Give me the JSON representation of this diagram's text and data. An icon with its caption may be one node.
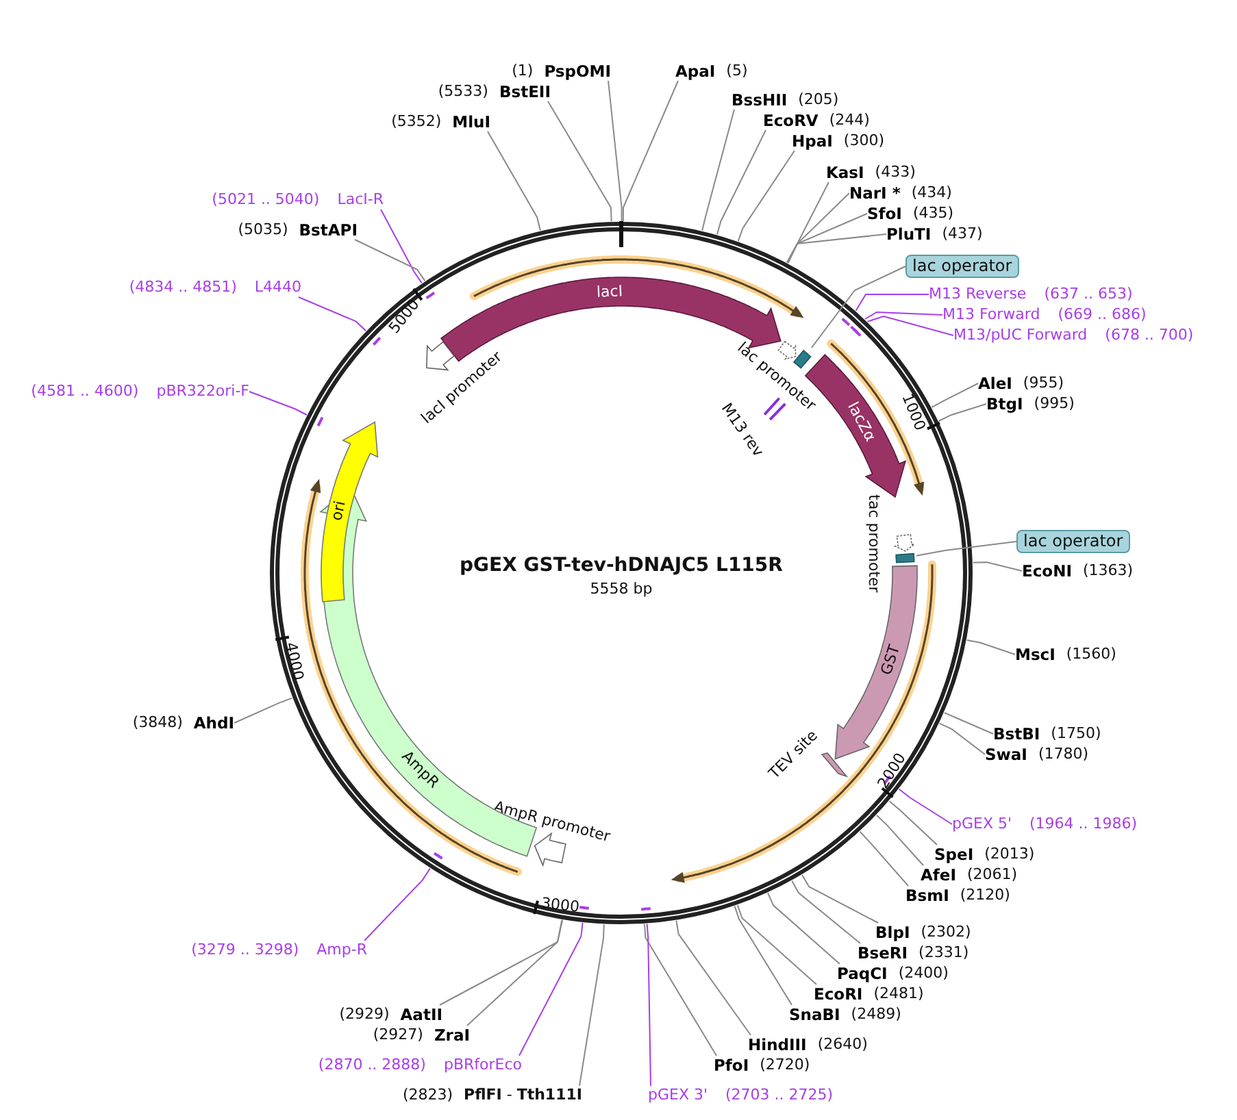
{
  "diagram": {
    "nodes": [
      {
        "text": [
          "pGEX GST-tev-hDNAJC5 L115R",
          "5558 bp"
        ]
      },
      {
        "text": [
          "lacI"
        ],
        "in": 0
      },
      {
        "text": [
          "lacI promoter"
        ],
        "in": 0
      },
      {
        "text": [
          "lac promoter"
        ],
        "in": 0
      },
      {
        "text": [],
        "shape": "box",
        "in": 0
      },
      {
        "text": [
          "M13 rev"
        ],
        "in": 0
      },
      {
        "text": [
          "lacZα"
        ],
        "in": 0
      },
      {
        "text": [
          "tac promoter"
        ],
        "in": 0
      },
      {
        "text": [],
        "shape": "box",
        "in": 0
      },
      {
        "text": [
          "GST"
        ],
        "in": 0
      },
      {
        "text": [
          "TEV site"
        ],
        "in": 0
      },
      {
        "text": [
          "AmpR promoter"
        ],
        "in": 0
      },
      {
        "text": [
          "AmpR"
        ],
        "in": 0
      },
      {
        "text": [
          "ori"
        ],
        "in": 0
      },
      {
        "text": [
          "(1)",
          "PspOMI"
        ]
      },
      {
        "text": [
          "ApaI",
          "(5)"
        ]
      },
      {
        "text": [
          "(5533)",
          "BstEII"
        ]
      },
      {
        "text": [
          "BssHII",
          "(205)"
        ]
      },
      {
        "text": [
          "(5352)",
          "MluI"
        ]
      },
      {
        "text": [
          "EcoRV",
          "(244)"
        ]
      },
      {
        "text": [
          "HpaI",
          "(300)"
        ]
      },
      {
        "text": [
          "KasI",
          "(433)"
        ]
      },
      {
        "text": [
          "NarI *",
          "(434)"
        ]
      },
      {
        "text": [
          "SfoI",
          "(435)"
        ]
      },
      {
        "text": [
          "PluTI",
          "(437)"
        ]
      },
      {
        "text": [
          "(5021 .. 5040)",
          "LacI-R"
        ]
      },
      {
        "text": [
          "(5035)",
          "BstAPI"
        ]
      },
      {
        "text": [
          "lac operator"
        ]
      },
      {
        "text": [
          "M13 Reverse",
          "(637 .. 653)"
        ]
      },
      {
        "text": [
          "M13 Forward",
          "(669 .. 686)"
        ]
      },
      {
        "text": [
          "M13/pUC Forward",
          "(678 .. 700)"
        ]
      },
      {
        "text": [
          "(4834 .. 4851)",
          "L4440"
        ]
      },
      {
        "text": [
          "AleI",
          "(955)"
        ]
      },
      {
        "text": [
          "BtgI",
          "(995)"
        ]
      },
      {
        "text": [
          "(4581 .. 4600)",
          "pBR322ori-F"
        ]
      },
      {
        "text": [
          "lac operator"
        ]
      },
      {
        "text": [
          "EcoNI",
          "(1363)"
        ]
      },
      {
        "text": [
          "MscI",
          "(1560)"
        ]
      },
      {
        "text": [
          "(3848)",
          "AhdI"
        ]
      },
      {
        "text": [
          "BstBI",
          "(1750)"
        ]
      },
      {
        "text": [
          "SwaI",
          "(1780)"
        ]
      },
      {
        "text": [
          "pGEX 5'",
          "(1964 .. 1986)"
        ]
      },
      {
        "text": [
          "SpeI",
          "(2013)"
        ]
      },
      {
        "text": [
          "AfeI",
          "(2061)"
        ]
      },
      {
        "text": [
          "BsmI",
          "(2120)"
        ]
      },
      {
        "text": [
          "BlpI",
          "(2302)"
        ]
      },
      {
        "text": [
          "(3279 .. 3298)",
          "Amp-R"
        ]
      },
      {
        "text": [
          "BseRI",
          "(2331)"
        ]
      },
      {
        "text": [
          "PaqCI",
          "(2400)"
        ]
      },
      {
        "text": [
          "EcoRI",
          "(2481)"
        ]
      },
      {
        "text": [
          "SnaBI",
          "(2489)"
        ]
      },
      {
        "text": [
          "HindIII",
          "(2640)"
        ]
      },
      {
        "text": [
          "(2929)",
          "AatII"
        ]
      },
      {
        "text": [
          "PfoI",
          "(2720)"
        ]
      },
      {
        "text": [
          "(2927)",
          "ZraI"
        ]
      },
      {
        "text": [
          "(2870 .. 2888)",
          "pBRforEco"
        ]
      },
      {
        "text": [
          "(2823)",
          "**PflFI** - **Tth111I**"
        ]
      },
      {
        "text": [
          "pGEX 3'",
          "(2703 .. 2725)"
        ]
      }
    ],
    "edges": [
      {
        "from": 14,
        "to": 0,
        "arrow": "none"
      },
      {
        "from": 15,
        "to": 0,
        "arrow": "none"
      },
      {
        "from": 16,
        "to": 0,
        "arrow": "none"
      },
      {
        "from": 17,
        "to": 0,
        "arrow": "none"
      },
      {
        "from": 18,
        "to": 0,
        "arrow": "none"
      },
      {
        "from": 19,
        "to": 0,
        "arrow": "none"
      },
      {
        "from": 20,
        "to": 0,
        "arrow": "none"
      },
      {
        "from": 21,
        "to": 0,
        "arrow": "none"
      },
      {
        "from": 22,
        "to": 0,
        "arrow": "none"
      },
      {
        "from": 23,
        "to": 0,
        "arrow": "none"
      },
      {
        "from": 24,
        "to": 0,
        "arrow": "none"
      },
      {
        "from": 25,
        "to": 0,
        "arrow": "none",
        "color": "#a83ee8"
      },
      {
        "from": 26,
        "to": 0,
        "arrow": "none"
      },
      {
        "from": 27,
        "to": 4,
        "arrow": "none"
      },
      {
        "from": 28,
        "to": 0,
        "arrow": "none",
        "color": "#a83ee8"
      },
      {
        "from": 29,
        "to": 0,
        "arrow": "none",
        "color": "#a83ee8"
      },
      {
        "from": 30,
        "to": 0,
        "arrow": "none",
        "color": "#a83ee8"
      },
      {
        "from": 31,
        "to": 0,
        "arrow": "none",
        "color": "#a83ee8"
      },
      {
        "from": 32,
        "to": 0,
        "arrow": "none"
      },
      {
        "from": 33,
        "to": 0,
        "arrow": "none"
      },
      {
        "from": 34,
        "to": 0,
        "arrow": "none",
        "color": "#a83ee8"
      },
      {
        "from": 35,
        "to": 8,
        "arrow": "none"
      },
      {
        "from": 36,
        "to": 0,
        "arrow": "none"
      },
      {
        "from": 37,
        "to": 0,
        "arrow": "none"
      },
      {
        "from": 38,
        "to": 0,
        "arrow": "none"
      },
      {
        "from": 39,
        "to": 0,
        "arrow": "none"
      },
      {
        "from": 40,
        "to": 0,
        "arrow": "none"
      },
      {
        "from": 41,
        "to": 0,
        "arrow": "none",
        "color": "#a83ee8"
      },
      {
        "from": 42,
        "to": 0,
        "arrow": "none"
      },
      {
        "from": 43,
        "to": 0,
        "arrow": "none"
      },
      {
        "from": 44,
        "to": 0,
        "arrow": "none"
      },
      {
        "from": 45,
        "to": 0,
        "arrow": "none"
      },
      {
        "from": 46,
        "to": 0,
        "arrow": "none",
        "color": "#a83ee8"
      },
      {
        "from": 47,
        "to": 0,
        "arrow": "none"
      },
      {
        "from": 48,
        "to": 0,
        "arrow": "none"
      },
      {
        "from": 49,
        "to": 0,
        "arrow": "none"
      },
      {
        "from": 50,
        "to": 0,
        "arrow": "none"
      },
      {
        "from": 51,
        "to": 0,
        "arrow": "none"
      },
      {
        "from": 52,
        "to": 0,
        "arrow": "none"
      },
      {
        "from": 53,
        "to": 0,
        "arrow": "none"
      },
      {
        "from": 54,
        "to": 0,
        "arrow": "none"
      },
      {
        "from": 55,
        "to": 0,
        "arrow": "none",
        "color": "#a83ee8"
      },
      {
        "from": 56,
        "to": 0,
        "arrow": "none"
      },
      {
        "from": 57,
        "to": 0,
        "arrow": "none",
        "color": "#a83ee8"
      }
    ],
    "labels": [
      "1000",
      "2000",
      "3000",
      "4000",
      "5000"
    ]
  }
}
